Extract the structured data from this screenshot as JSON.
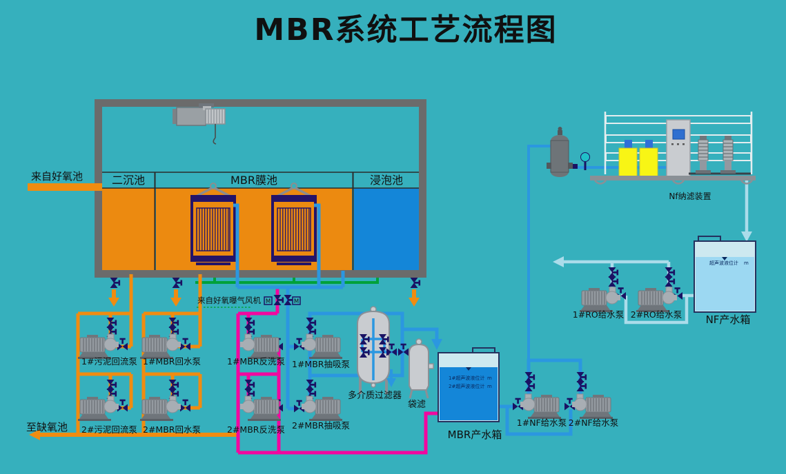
{
  "title": "MBR系统工艺流程图",
  "colors": {
    "background": "#36b0bd",
    "tank_orange": "#ec8a10",
    "tank_blue": "#1486d8",
    "pipe_orange": "#f08c10",
    "pipe_blue": "#2b97e0",
    "pipe_pale_blue": "#abdcea",
    "pipe_green": "#00a13a",
    "pipe_magenta": "#f2079f",
    "valve_navy": "#1a1263",
    "frame_gray": "#6b6b6b",
    "chem_tank_yellow": "#f8f515"
  },
  "labels": {
    "from_aerobic": "来自好氧池",
    "to_anoxic": "至缺氧池",
    "secondary_tank": "二沉池",
    "mbr_tank": "MBR膜池",
    "soak_tank": "浸泡池",
    "blower": "来自好氧曝气风机",
    "motor_valve": "M",
    "multimedia_filter": "多介质过滤器",
    "bag_filter": "袋滤",
    "mbr_water_tank": "MBR产水箱",
    "nf_unit": "Nf纳滤装置",
    "nf_water_tank": "NF产水箱",
    "level_meter_1": "1#超声波液位计",
    "level_meter_2": "2#超声波液位计",
    "level_meter": "超声波液位计",
    "level_unit": "m"
  },
  "pumps": [
    {
      "id": "sludge-return-1",
      "label": "1#污泥回流泵"
    },
    {
      "id": "sludge-return-2",
      "label": "2#污泥回流泵"
    },
    {
      "id": "mbr-return-1",
      "label": "1#MBR回水泵"
    },
    {
      "id": "mbr-return-2",
      "label": "2#MBR回水泵"
    },
    {
      "id": "mbr-backwash-1",
      "label": "1#MBR反洗泵"
    },
    {
      "id": "mbr-backwash-2",
      "label": "2#MBR反洗泵"
    },
    {
      "id": "mbr-suction-1",
      "label": "1#MBR抽吸泵"
    },
    {
      "id": "mbr-suction-2",
      "label": "2#MBR抽吸泵"
    },
    {
      "id": "nf-feed-1",
      "label": "1#NF给水泵"
    },
    {
      "id": "nf-feed-2",
      "label": "2#NF给水泵"
    },
    {
      "id": "ro-feed-1",
      "label": "1#RO给水泵"
    },
    {
      "id": "ro-feed-2",
      "label": "2#RO给水泵"
    }
  ]
}
